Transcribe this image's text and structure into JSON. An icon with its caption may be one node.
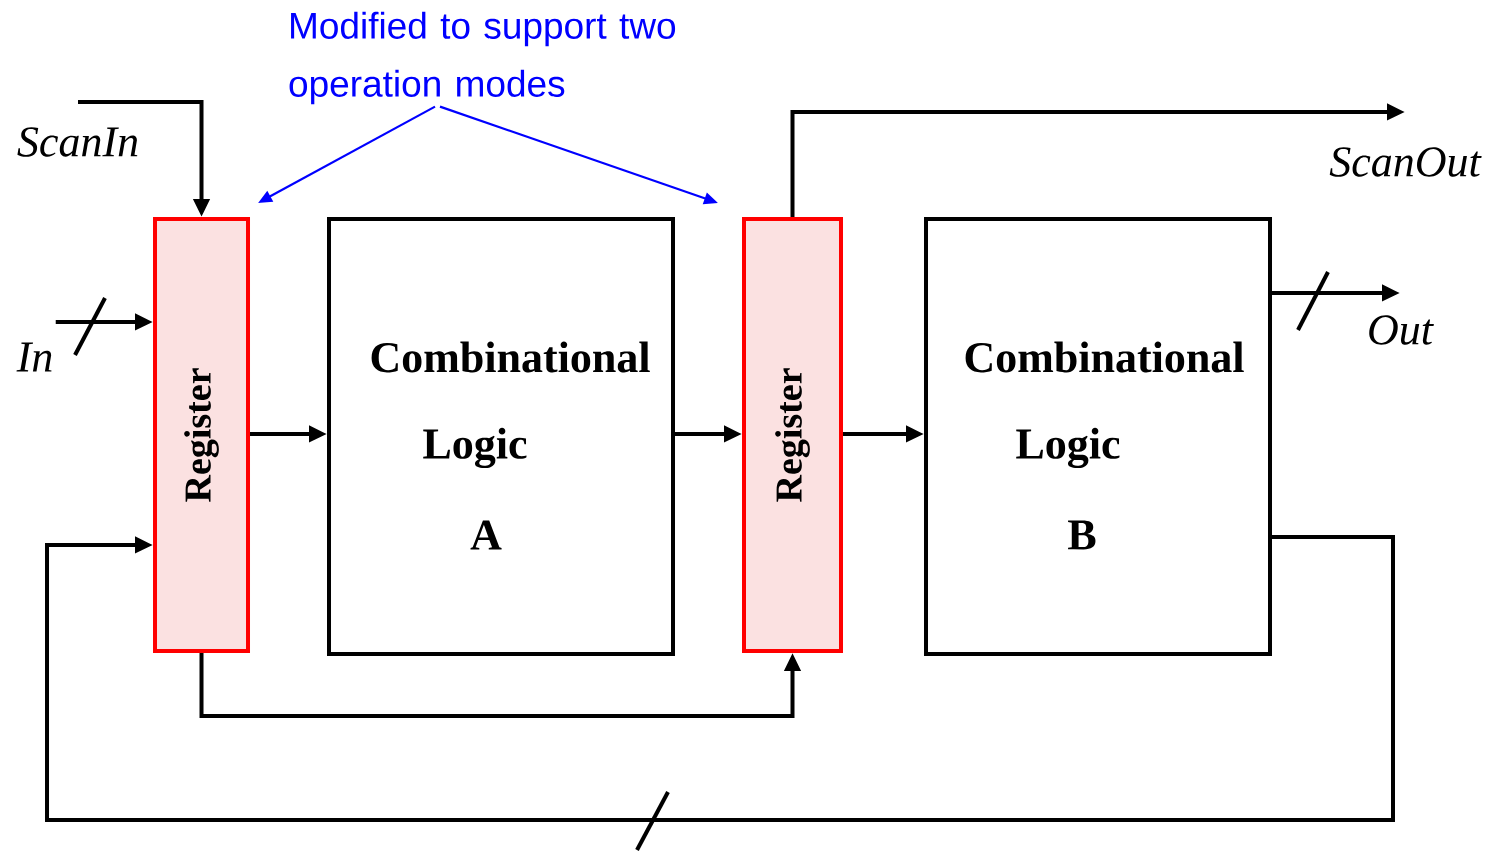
{
  "diagram": {
    "nodes": [
      {
        "text": [
          "Register"
        ]
      },
      {
        "text": [
          "Combinational",
          "Logic",
          "A"
        ]
      },
      {
        "text": [
          "Register"
        ]
      },
      {
        "text": [
          "Combinational",
          "Logic",
          "B"
        ]
      },
      {
        "text": [
          "ScanIn"
        ]
      },
      {
        "text": [
          "In"
        ]
      },
      {
        "text": [
          "ScanOut"
        ]
      },
      {
        "text": [
          "Out"
        ]
      },
      {
        "text": [
          "Modified to support two operation modes"
        ]
      }
    ],
    "edges": [
      {
        "from": 4,
        "to": 0,
        "arrow": "to"
      },
      {
        "from": 5,
        "to": 0,
        "arrow": "to"
      },
      {
        "from": 0,
        "to": 1,
        "arrow": "to"
      },
      {
        "from": 1,
        "to": 2,
        "arrow": "to"
      },
      {
        "from": 2,
        "to": 3,
        "arrow": "to"
      },
      {
        "from": 2,
        "to": 6,
        "arrow": "to"
      },
      {
        "from": 3,
        "to": 7,
        "arrow": "to"
      },
      {
        "from": 0,
        "to": 2,
        "arrow": "to"
      },
      {
        "from": 3,
        "to": 0,
        "arrow": "to"
      },
      {
        "from": 8,
        "to": 0,
        "arrow": "to",
        "color": "#0000ff"
      },
      {
        "from": 8,
        "to": 2,
        "arrow": "to",
        "color": "#0000ff"
      }
    ]
  }
}
